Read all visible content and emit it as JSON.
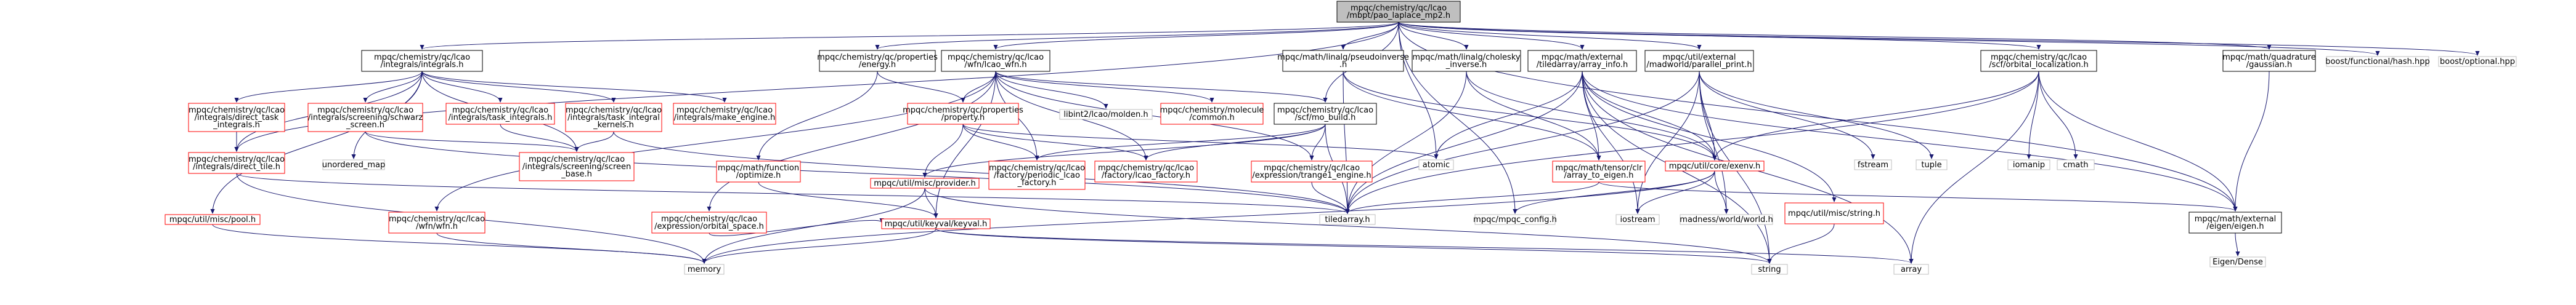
{
  "graph": {
    "colors": {
      "edge": "#191970",
      "box_default": "#ffffff",
      "box_root": "#bfbfbf",
      "border_local": "#000000",
      "border_external": "#bfbfbf",
      "border_missing": "#ff0000",
      "text": "#000000"
    },
    "nodes": [
      {
        "id": "root",
        "lines": [
          "mpqc/chemistry/qc/lcao",
          "/mbpt/pao_laplace_mp2.h"
        ],
        "style": "root"
      },
      {
        "id": "integrals",
        "lines": [
          "mpqc/chemistry/qc/lcao",
          "/integrals/integrals.h"
        ],
        "style": "local"
      },
      {
        "id": "properties_energy",
        "lines": [
          "mpqc/chemistry/qc/properties",
          "/energy.h"
        ],
        "style": "local"
      },
      {
        "id": "lcao_wfn",
        "lines": [
          "mpqc/chemistry/qc/lcao",
          "/wfn/lcao_wfn.h"
        ],
        "style": "local"
      },
      {
        "id": "pseudoinverse",
        "lines": [
          "mpqc/math/linalg/pseudoinverse",
          ".h"
        ],
        "style": "local"
      },
      {
        "id": "cholesky_inverse",
        "lines": [
          "mpqc/math/linalg/cholesky",
          "_inverse.h"
        ],
        "style": "local"
      },
      {
        "id": "tiledarray_array_info",
        "lines": [
          "mpqc/math/external",
          "/tiledarray/array_info.h"
        ],
        "style": "local"
      },
      {
        "id": "parallel_print",
        "lines": [
          "mpqc/util/external",
          "/madworld/parallel_print.h"
        ],
        "style": "local"
      },
      {
        "id": "orbital_localization",
        "lines": [
          "mpqc/chemistry/qc/lcao",
          "/scf/orbital_localization.h"
        ],
        "style": "local"
      },
      {
        "id": "quadrature_gaussian",
        "lines": [
          "mpqc/math/quadrature",
          "/gaussian.h"
        ],
        "style": "local"
      },
      {
        "id": "hash_hpp",
        "lines": [
          "boost/functional/hash.hpp"
        ],
        "style": "external"
      },
      {
        "id": "optional_hpp",
        "lines": [
          "boost/optional.hpp"
        ],
        "style": "external"
      },
      {
        "id": "direct_task_integrals",
        "lines": [
          "mpqc/chemistry/qc/lcao",
          "/integrals/direct_task",
          "_integrals.h"
        ],
        "style": "missing"
      },
      {
        "id": "screening_schwarz",
        "lines": [
          "mpqc/chemistry/qc/lcao",
          "/integrals/screening/schwarz",
          "_screen.h"
        ],
        "style": "missing"
      },
      {
        "id": "task_integrals",
        "lines": [
          "mpqc/chemistry/qc/lcao",
          "/integrals/task_integrals.h"
        ],
        "style": "missing"
      },
      {
        "id": "task_integral_kernels",
        "lines": [
          "mpqc/chemistry/qc/lcao",
          "/integrals/task_integral",
          "_kernels.h"
        ],
        "style": "missing"
      },
      {
        "id": "make_engine",
        "lines": [
          "mpqc/chemistry/qc/lcao",
          "/integrals/make_engine.h"
        ],
        "style": "missing"
      },
      {
        "id": "property_h",
        "lines": [
          "mpqc/chemistry/qc/properties",
          "/property.h"
        ],
        "style": "missing"
      },
      {
        "id": "libint_molden",
        "lines": [
          "libint2/lcao/molden.h"
        ],
        "style": "external"
      },
      {
        "id": "molecule_common",
        "lines": [
          "mpqc/chemistry/molecule",
          "/common.h"
        ],
        "style": "missing"
      },
      {
        "id": "scf_build",
        "lines": [
          "mpqc/chemistry/qc/lcao",
          "/scf/mo_build.h"
        ],
        "style": "local"
      },
      {
        "id": "direct_tile",
        "lines": [
          "mpqc/chemistry/qc/lcao",
          "/integrals/direct_tile.h"
        ],
        "style": "missing"
      },
      {
        "id": "unordered_map",
        "lines": [
          "unordered_map"
        ],
        "style": "external"
      },
      {
        "id": "screen_base",
        "lines": [
          "mpqc/chemistry/qc/lcao",
          "/integrals/screening/screen",
          "_base.h"
        ],
        "style": "missing"
      },
      {
        "id": "function_optimize",
        "lines": [
          "mpqc/math/function",
          "/optimize.h"
        ],
        "style": "missing"
      },
      {
        "id": "periodic_factory",
        "lines": [
          "mpqc/chemistry/qc/lcao",
          "/factory/periodic_lcao",
          "_factory.h"
        ],
        "style": "missing"
      },
      {
        "id": "lcao_factory",
        "lines": [
          "mpqc/chemistry/qc/lcao",
          "/factory/lcao_factory.h"
        ],
        "style": "missing"
      },
      {
        "id": "trange1_engine",
        "lines": [
          "mpqc/chemistry/qc/lcao",
          "/expression/trange1_engine.h"
        ],
        "style": "missing"
      },
      {
        "id": "atomic",
        "lines": [
          "atomic"
        ],
        "style": "external"
      },
      {
        "id": "array_to_eigen",
        "lines": [
          "mpqc/math/tensor/clr",
          "/array_to_eigen.h"
        ],
        "style": "missing"
      },
      {
        "id": "exenv",
        "lines": [
          "mpqc/util/core/exenv.h"
        ],
        "style": "missing"
      },
      {
        "id": "fstream",
        "lines": [
          "fstream"
        ],
        "style": "external"
      },
      {
        "id": "tuple",
        "lines": [
          "tuple"
        ],
        "style": "external"
      },
      {
        "id": "iomanip",
        "lines": [
          "iomanip"
        ],
        "style": "external"
      },
      {
        "id": "cmath",
        "lines": [
          "cmath"
        ],
        "style": "external"
      },
      {
        "id": "pool_h",
        "lines": [
          "mpqc/util/misc/pool.h"
        ],
        "style": "missing"
      },
      {
        "id": "wfn_h",
        "lines": [
          "mpqc/chemistry/qc/lcao",
          "/wfn/wfn.h"
        ],
        "style": "missing"
      },
      {
        "id": "orbital_space",
        "lines": [
          "mpqc/chemistry/qc/lcao",
          "/expression/orbital_space.h"
        ],
        "style": "missing"
      },
      {
        "id": "provider_h",
        "lines": [
          "mpqc/util/misc/provider.h"
        ],
        "style": "missing"
      },
      {
        "id": "keyval_h",
        "lines": [
          "mpqc/util/keyval/keyval.h"
        ],
        "style": "missing"
      },
      {
        "id": "tiledarray_h",
        "lines": [
          "tiledarray.h"
        ],
        "style": "external"
      },
      {
        "id": "mpqc_config",
        "lines": [
          "mpqc/mpqc_config.h"
        ],
        "style": "external"
      },
      {
        "id": "iostream",
        "lines": [
          "iostream"
        ],
        "style": "external"
      },
      {
        "id": "madness_world",
        "lines": [
          "madness/world/world.h"
        ],
        "style": "external"
      },
      {
        "id": "string_util",
        "lines": [
          "mpqc/util/misc/string.h"
        ],
        "style": "missing"
      },
      {
        "id": "eigen_h",
        "lines": [
          "mpqc/math/external",
          "/eigen/eigen.h"
        ],
        "style": "local"
      },
      {
        "id": "memory",
        "lines": [
          "memory"
        ],
        "style": "external"
      },
      {
        "id": "string",
        "lines": [
          "string"
        ],
        "style": "external"
      },
      {
        "id": "array",
        "lines": [
          "array"
        ],
        "style": "external"
      },
      {
        "id": "eigen_dense",
        "lines": [
          "Eigen/Dense"
        ],
        "style": "external"
      }
    ],
    "edges": [
      [
        "root",
        "integrals"
      ],
      [
        "root",
        "properties_energy"
      ],
      [
        "root",
        "lcao_wfn"
      ],
      [
        "root",
        "pseudoinverse"
      ],
      [
        "root",
        "cholesky_inverse"
      ],
      [
        "root",
        "tiledarray_array_info"
      ],
      [
        "root",
        "parallel_print"
      ],
      [
        "root",
        "orbital_localization"
      ],
      [
        "root",
        "quadrature_gaussian"
      ],
      [
        "root",
        "hash_hpp"
      ],
      [
        "root",
        "optional_hpp"
      ],
      [
        "root",
        "atomic"
      ],
      [
        "root",
        "mpqc_config"
      ],
      [
        "root",
        "eigen_h"
      ],
      [
        "root",
        "direct_tile"
      ],
      [
        "root",
        "scf_build"
      ],
      [
        "integrals",
        "direct_task_integrals"
      ],
      [
        "integrals",
        "screening_schwarz"
      ],
      [
        "integrals",
        "task_integrals"
      ],
      [
        "integrals",
        "task_integral_kernels"
      ],
      [
        "integrals",
        "make_engine"
      ],
      [
        "integrals",
        "direct_tile"
      ],
      [
        "integrals",
        "unordered_map"
      ],
      [
        "integrals",
        "screen_base"
      ],
      [
        "integrals",
        "pool_h"
      ],
      [
        "direct_task_integrals",
        "direct_tile"
      ],
      [
        "screening_schwarz",
        "screen_base"
      ],
      [
        "screening_schwarz",
        "tiledarray_h"
      ],
      [
        "task_integrals",
        "screen_base"
      ],
      [
        "task_integral_kernels",
        "screen_base"
      ],
      [
        "task_integral_kernels",
        "tiledarray_h"
      ],
      [
        "direct_tile",
        "tiledarray_h"
      ],
      [
        "direct_tile",
        "memory"
      ],
      [
        "pool_h",
        "memory"
      ],
      [
        "properties_energy",
        "property_h"
      ],
      [
        "properties_energy",
        "function_optimize"
      ],
      [
        "lcao_wfn",
        "property_h"
      ],
      [
        "lcao_wfn",
        "libint_molden"
      ],
      [
        "lcao_wfn",
        "molecule_common"
      ],
      [
        "lcao_wfn",
        "scf_build"
      ],
      [
        "lcao_wfn",
        "periodic_factory"
      ],
      [
        "lcao_wfn",
        "lcao_factory"
      ],
      [
        "lcao_wfn",
        "trange1_engine"
      ],
      [
        "lcao_wfn",
        "wfn_h"
      ],
      [
        "lcao_wfn",
        "orbital_space"
      ],
      [
        "lcao_wfn",
        "keyval_h"
      ],
      [
        "property_h",
        "provider_h"
      ],
      [
        "property_h",
        "atomic"
      ],
      [
        "property_h",
        "periodic_factory"
      ],
      [
        "property_h",
        "lcao_factory"
      ],
      [
        "function_optimize",
        "keyval_h"
      ],
      [
        "wfn_h",
        "memory"
      ],
      [
        "orbital_space",
        "keyval_h"
      ],
      [
        "provider_h",
        "keyval_h"
      ],
      [
        "provider_h",
        "memory"
      ],
      [
        "provider_h",
        "string"
      ],
      [
        "keyval_h",
        "memory"
      ],
      [
        "keyval_h",
        "string"
      ],
      [
        "keyval_h",
        "array"
      ],
      [
        "scf_build",
        "provider_h"
      ],
      [
        "scf_build",
        "periodic_factory"
      ],
      [
        "scf_build",
        "lcao_factory"
      ],
      [
        "scf_build",
        "trange1_engine"
      ],
      [
        "scf_build",
        "tiledarray_h"
      ],
      [
        "trange1_engine",
        "tiledarray_h"
      ],
      [
        "pseudoinverse",
        "array_to_eigen"
      ],
      [
        "pseudoinverse",
        "exenv"
      ],
      [
        "pseudoinverse",
        "tiledarray_h"
      ],
      [
        "cholesky_inverse",
        "array_to_eigen"
      ],
      [
        "cholesky_inverse",
        "exenv"
      ],
      [
        "cholesky_inverse",
        "tiledarray_h"
      ],
      [
        "tiledarray_array_info",
        "atomic"
      ],
      [
        "tiledarray_array_info",
        "array_to_eigen"
      ],
      [
        "tiledarray_array_info",
        "exenv"
      ],
      [
        "tiledarray_array_info",
        "tiledarray_h"
      ],
      [
        "tiledarray_array_info",
        "iostream"
      ],
      [
        "tiledarray_array_info",
        "string_util"
      ],
      [
        "tiledarray_array_info",
        "string"
      ],
      [
        "tiledarray_array_info",
        "array"
      ],
      [
        "tiledarray_array_info",
        "eigen_h"
      ],
      [
        "parallel_print",
        "exenv"
      ],
      [
        "parallel_print",
        "fstream"
      ],
      [
        "parallel_print",
        "tuple"
      ],
      [
        "parallel_print",
        "madness_world"
      ],
      [
        "parallel_print",
        "iostream"
      ],
      [
        "parallel_print",
        "string"
      ],
      [
        "parallel_print",
        "tiledarray_h"
      ],
      [
        "orbital_localization",
        "exenv"
      ],
      [
        "orbital_localization",
        "iomanip"
      ],
      [
        "orbital_localization",
        "cmath"
      ],
      [
        "orbital_localization",
        "tiledarray_h"
      ],
      [
        "orbital_localization",
        "array"
      ],
      [
        "orbital_localization",
        "eigen_h"
      ],
      [
        "array_to_eigen",
        "tiledarray_h"
      ],
      [
        "array_to_eigen",
        "eigen_h"
      ],
      [
        "exenv",
        "mpqc_config"
      ],
      [
        "exenv",
        "madness_world"
      ],
      [
        "exenv",
        "iostream"
      ],
      [
        "exenv",
        "memory"
      ],
      [
        "string_util",
        "string"
      ],
      [
        "quadrature_gaussian",
        "eigen_h"
      ],
      [
        "eigen_h",
        "eigen_dense"
      ]
    ]
  }
}
